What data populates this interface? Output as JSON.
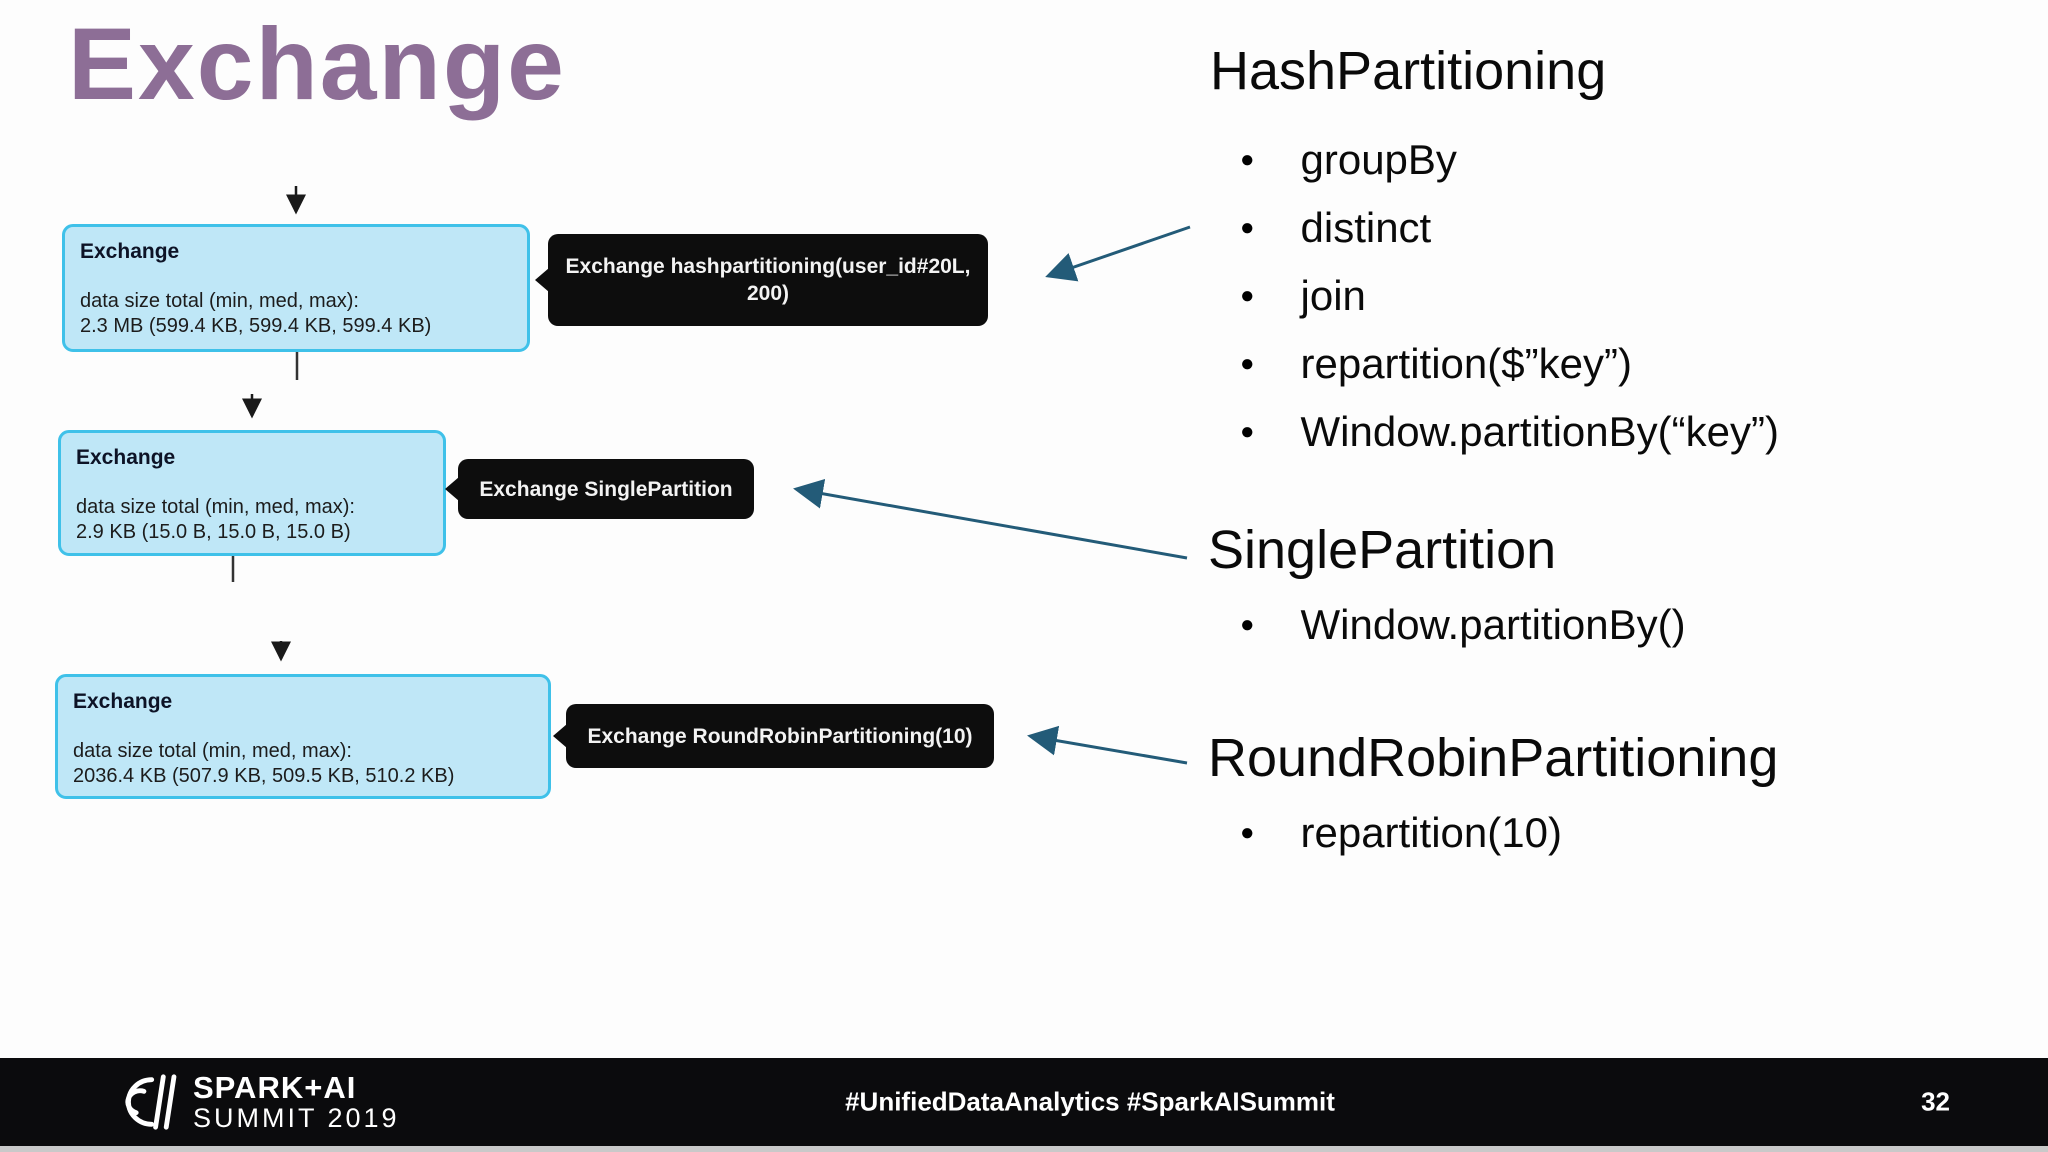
{
  "slide": {
    "title": "Exchange",
    "title_color": "#8d6e96",
    "background": "#fdfdfd"
  },
  "diagram": {
    "node_fill": "#bfe7f7",
    "node_border": "#3fc1e9",
    "tooltip_bg": "#0d0d0d",
    "flow_arrow_color": "#1a1a1a",
    "arrow_color": "#235b78",
    "nodes": [
      {
        "title": "Exchange",
        "line1": "data size total (min, med, max):",
        "line2": "2.3 MB (599.4 KB, 599.4 KB, 599.4 KB)"
      },
      {
        "title": "Exchange",
        "line1": "data size total (min, med, max):",
        "line2": "2.9 KB (15.0 B, 15.0 B, 15.0 B)"
      },
      {
        "title": "Exchange",
        "line1": "data size total (min, med, max):",
        "line2": "2036.4 KB (507.9 KB, 509.5 KB, 510.2 KB)"
      }
    ],
    "tooltips": [
      {
        "line1": "Exchange hashpartitioning(user_id#20L,",
        "line2": "200)"
      },
      {
        "line1": "Exchange SinglePartition",
        "line2": ""
      },
      {
        "line1": "Exchange RoundRobinPartitioning(10)",
        "line2": ""
      }
    ]
  },
  "bullet_glyph": "●",
  "sections": [
    {
      "heading": "HashPartitioning",
      "items": [
        "groupBy",
        "distinct",
        "join",
        "repartition($”key”)",
        "Window.partitionBy(“key”)"
      ]
    },
    {
      "heading": "SinglePartition",
      "items": [
        "Window.partitionBy()"
      ]
    },
    {
      "heading": "RoundRobinPartitioning",
      "items": [
        "repartition(10)"
      ]
    }
  ],
  "footer": {
    "bg": "#0b0b0d",
    "logo_mark_icon": "spark-summit-monogram",
    "logo_line1": "SPARK+AI",
    "logo_line2": "SUMMIT 2019",
    "hashtags": "#UnifiedDataAnalytics #SparkAISummit",
    "page_number": "32"
  }
}
